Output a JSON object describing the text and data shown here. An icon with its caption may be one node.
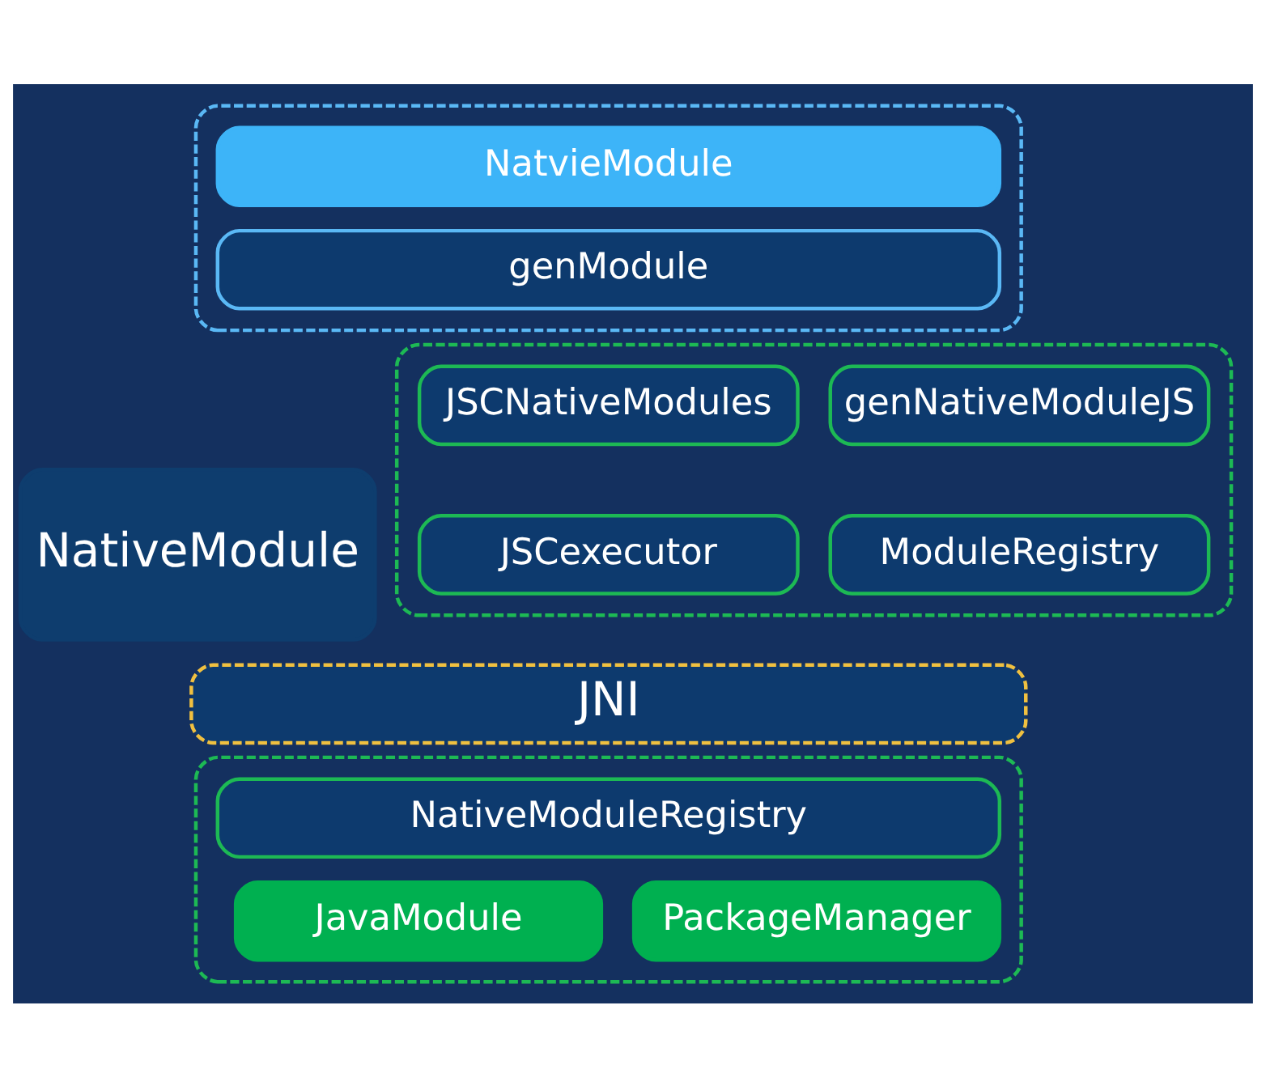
{
  "diagram": {
    "nodes": [
      {
        "text": [
          "NativeModule"
        ]
      },
      {
        "text": [],
        "shape": "box"
      },
      {
        "text": [
          "NatvieModule"
        ],
        "in": 1
      },
      {
        "text": [
          "genModule"
        ],
        "in": 1
      },
      {
        "text": [],
        "shape": "box"
      },
      {
        "text": [
          "JSCNativeModules"
        ],
        "in": 4
      },
      {
        "text": [
          "genNativeModuleJS"
        ],
        "in": 4
      },
      {
        "text": [
          "JSCexecutor"
        ],
        "in": 4
      },
      {
        "text": [
          "ModuleRegistry"
        ],
        "in": 4
      },
      {
        "text": [
          "JNI"
        ]
      },
      {
        "text": [],
        "shape": "box"
      },
      {
        "text": [
          "NativeModuleRegistry"
        ],
        "in": 10
      },
      {
        "text": [
          "JavaModule"
        ],
        "in": 10
      },
      {
        "text": [
          "PackageManager"
        ],
        "in": 10
      }
    ],
    "edges": []
  }
}
